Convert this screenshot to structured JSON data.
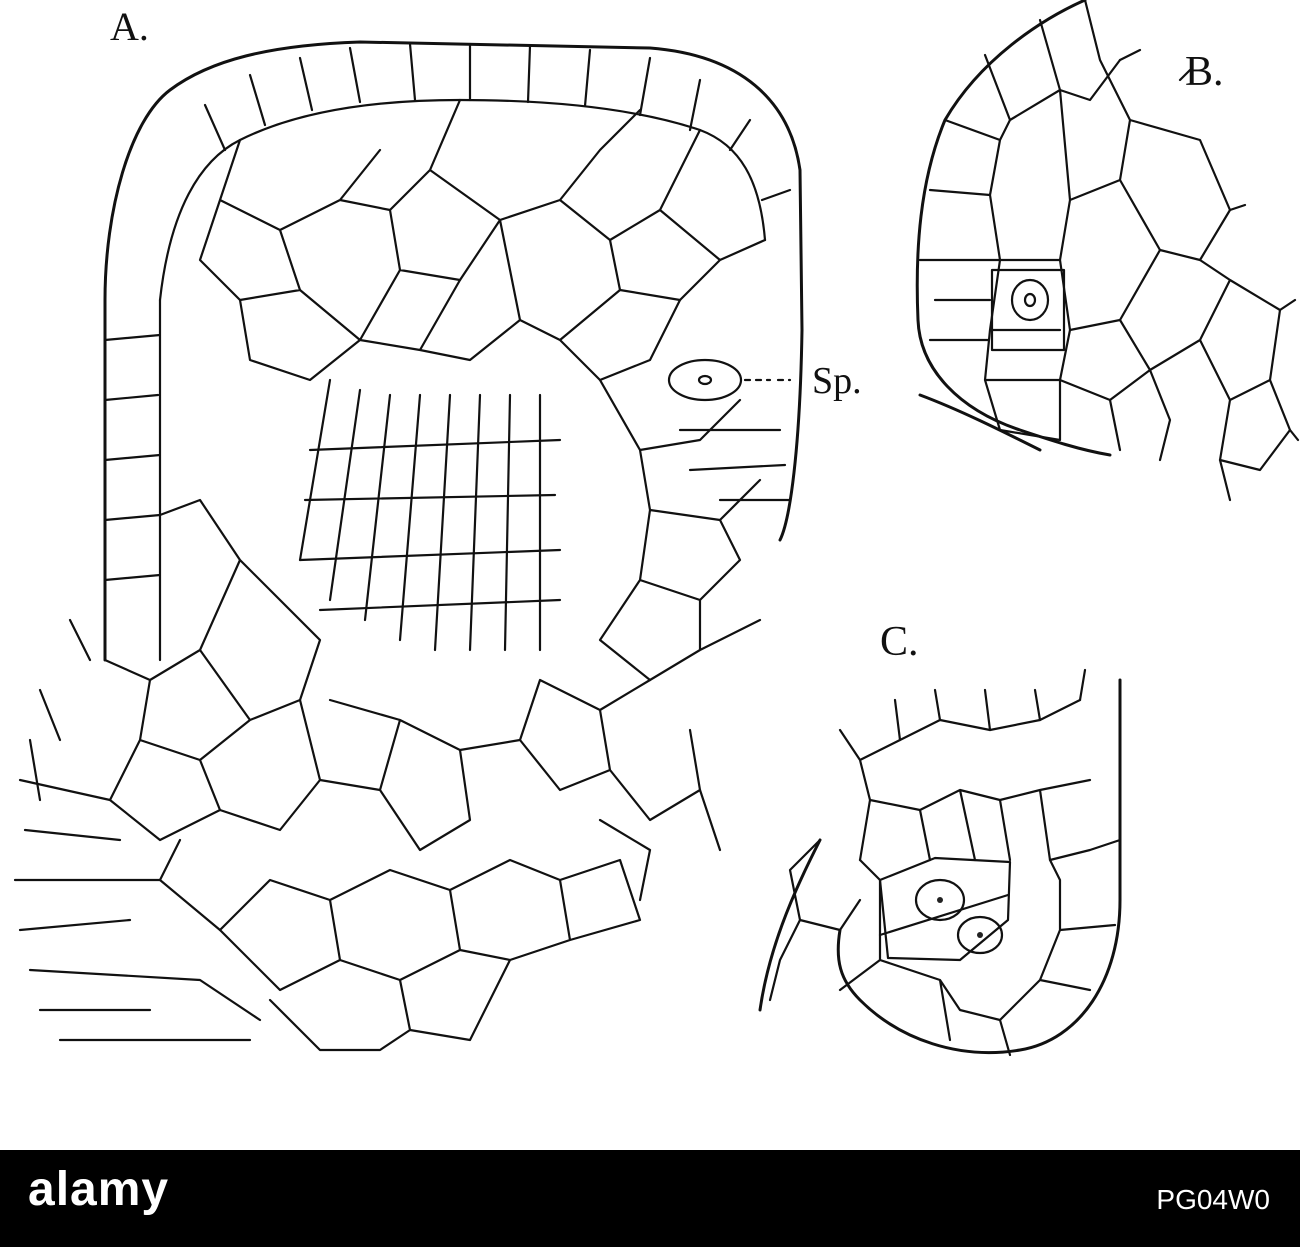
{
  "figure": {
    "labels": {
      "a": "A.",
      "b": "B.",
      "c": "C.",
      "sp": "Sp."
    },
    "stroke_color": "#111111",
    "stipple_color": "#333333"
  },
  "footer": {
    "brand": "alamy",
    "ref_label": "",
    "ref": "PG04W0",
    "background": "#000000"
  }
}
